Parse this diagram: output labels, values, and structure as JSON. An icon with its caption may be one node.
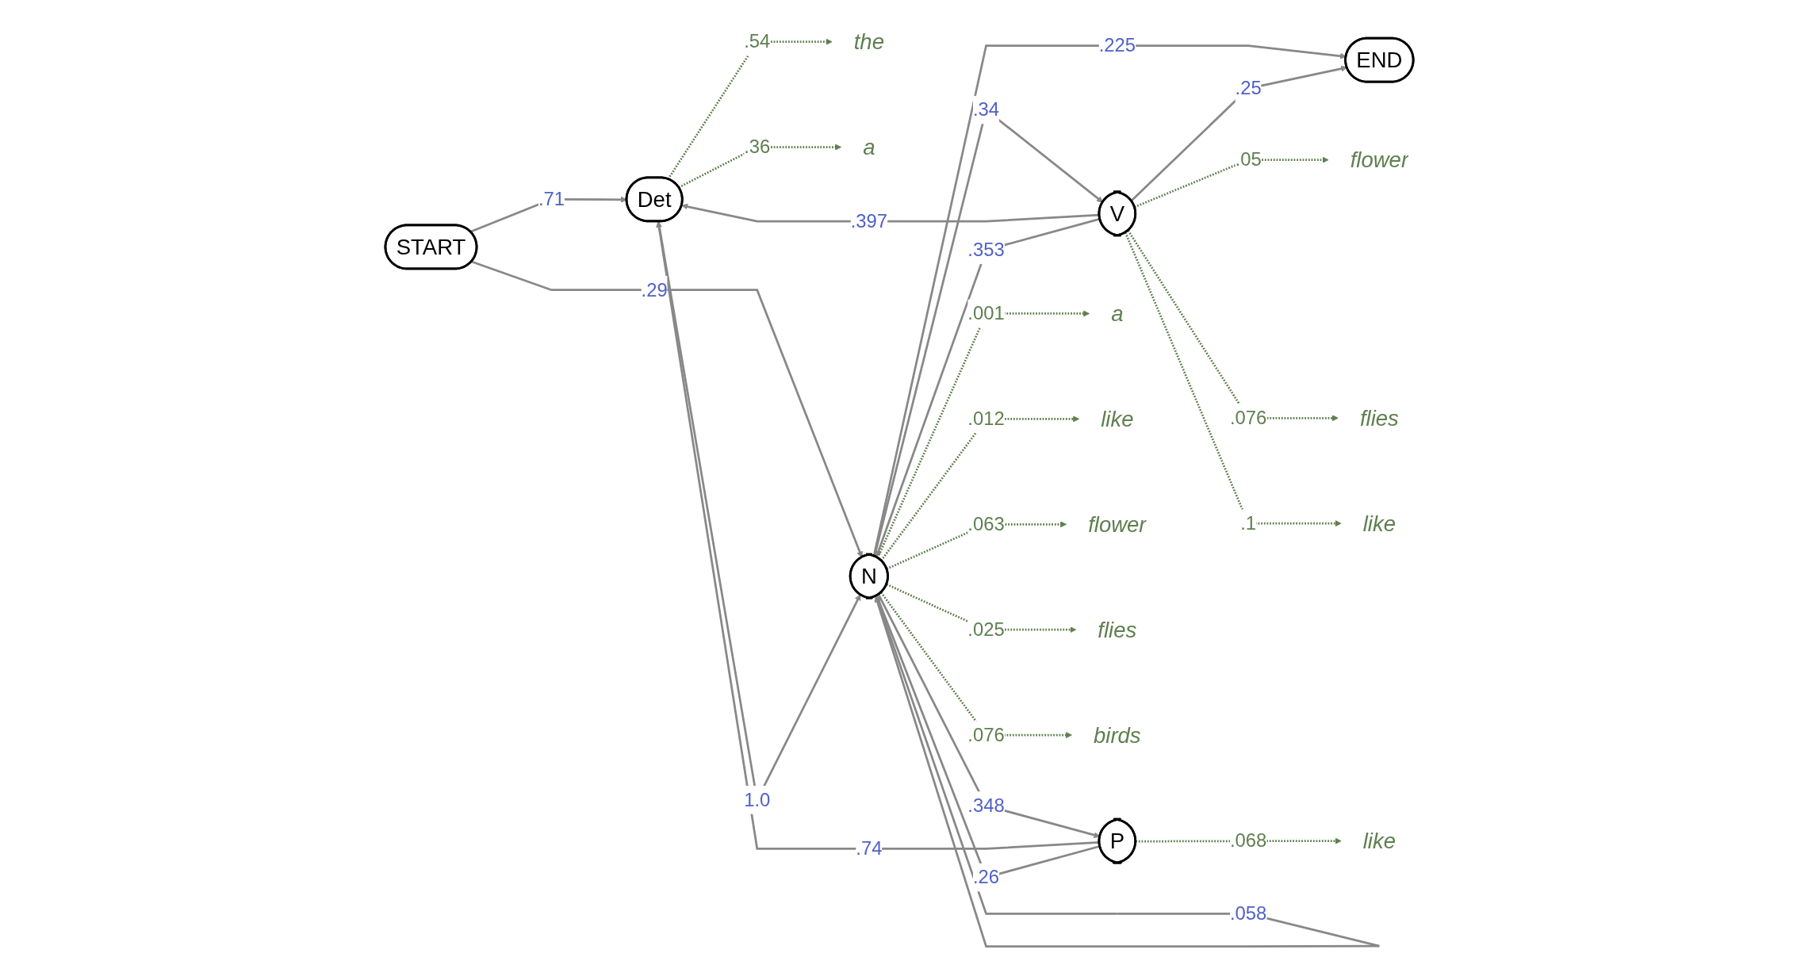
{
  "diagram": {
    "nodes": [
      {
        "text": [
          "the"
        ]
      },
      {
        "text": [
          "Det"
        ]
      },
      {
        "text": [
          "V"
        ]
      },
      {
        "text": [
          "flower"
        ]
      },
      {
        "text": [
          "flies"
        ]
      },
      {
        "text": [
          "a"
        ]
      },
      {
        "text": [
          "like"
        ]
      },
      {
        "text": [
          "START"
        ]
      },
      {
        "text": [
          "END"
        ]
      },
      {
        "text": [
          "N"
        ]
      },
      {
        "text": [
          "P"
        ]
      },
      {
        "text": [
          "a"
        ]
      },
      {
        "text": [
          "like"
        ]
      },
      {
        "text": [
          "like"
        ]
      },
      {
        "text": [
          "flower"
        ]
      },
      {
        "text": [
          "flies"
        ]
      },
      {
        "text": [
          "birds"
        ]
      }
    ],
    "edges": [
      {
        "from": 7,
        "to": 1,
        "arrow": "to",
        "label": ".71"
      },
      {
        "from": 7,
        "to": 9,
        "arrow": "to",
        "label": ".29"
      },
      {
        "from": 1,
        "to": 9,
        "arrow": "to",
        "label": "1.0"
      },
      {
        "from": 2,
        "to": 1,
        "arrow": "to",
        "label": ".397"
      },
      {
        "from": 2,
        "to": 9,
        "arrow": "to",
        "label": ".353"
      },
      {
        "from": 9,
        "to": 2,
        "arrow": "to",
        "label": ".34"
      },
      {
        "from": 10,
        "to": 1,
        "arrow": "to",
        "label": ".74"
      },
      {
        "from": 10,
        "to": 9,
        "arrow": "to",
        "label": ".26"
      },
      {
        "from": 9,
        "to": 10,
        "arrow": "to",
        "label": ".348"
      },
      {
        "from": 9,
        "to": 9,
        "arrow": "to",
        "label": ".058"
      },
      {
        "from": 9,
        "to": 8,
        "arrow": "to",
        "label": ".225"
      },
      {
        "from": 2,
        "to": 8,
        "arrow": "to",
        "label": ".25"
      },
      {
        "from": 1,
        "to": 0,
        "arrow": "to",
        "label": ".54",
        "style": "dashed",
        "color": "#5f7f4f"
      },
      {
        "from": 1,
        "to": 5,
        "arrow": "to",
        "label": ".36",
        "style": "dashed",
        "color": "#5f7f4f"
      },
      {
        "from": 2,
        "to": 3,
        "arrow": "to",
        "label": ".05",
        "style": "dashed",
        "color": "#5f7f4f"
      },
      {
        "from": 2,
        "to": 4,
        "arrow": "to",
        "label": ".076",
        "style": "dashed",
        "color": "#5f7f4f"
      },
      {
        "from": 2,
        "to": 6,
        "arrow": "to",
        "label": ".1",
        "style": "dashed",
        "color": "#5f7f4f"
      },
      {
        "from": 9,
        "to": 11,
        "arrow": "to",
        "label": ".001",
        "style": "dashed",
        "color": "#5f7f4f"
      },
      {
        "from": 9,
        "to": 13,
        "arrow": "to",
        "label": ".012",
        "style": "dashed",
        "color": "#5f7f4f"
      },
      {
        "from": 9,
        "to": 14,
        "arrow": "to",
        "label": ".063",
        "style": "dashed",
        "color": "#5f7f4f"
      },
      {
        "from": 9,
        "to": 15,
        "arrow": "to",
        "label": ".025",
        "style": "dashed",
        "color": "#5f7f4f"
      },
      {
        "from": 9,
        "to": 16,
        "arrow": "to",
        "label": ".076",
        "style": "dashed",
        "color": "#5f7f4f"
      },
      {
        "from": 10,
        "to": 12,
        "arrow": "to",
        "label": ".068",
        "style": "dashed",
        "color": "#5f7f4f"
      }
    ]
  }
}
